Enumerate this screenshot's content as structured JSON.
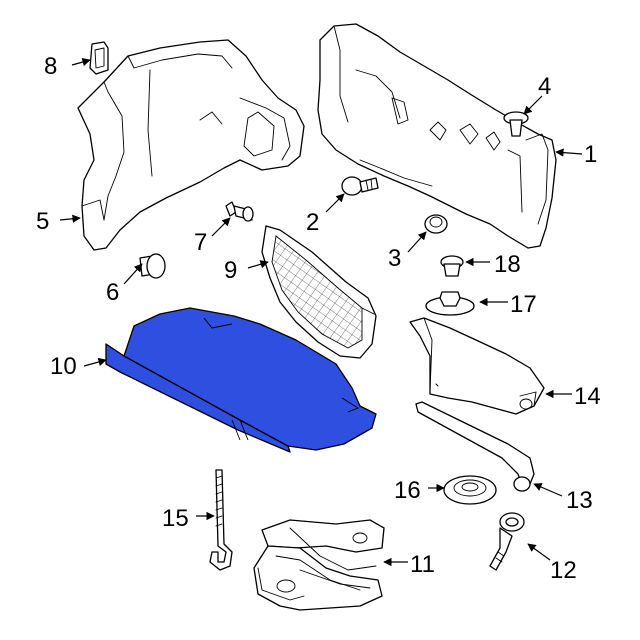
{
  "callouts": [
    {
      "id": "1",
      "label": "1"
    },
    {
      "id": "2",
      "label": "2"
    },
    {
      "id": "3",
      "label": "3"
    },
    {
      "id": "4",
      "label": "4"
    },
    {
      "id": "5",
      "label": "5"
    },
    {
      "id": "6",
      "label": "6"
    },
    {
      "id": "7",
      "label": "7"
    },
    {
      "id": "8",
      "label": "8"
    },
    {
      "id": "9",
      "label": "9"
    },
    {
      "id": "10",
      "label": "10"
    },
    {
      "id": "11",
      "label": "11"
    },
    {
      "id": "12",
      "label": "12"
    },
    {
      "id": "13",
      "label": "13"
    },
    {
      "id": "14",
      "label": "14"
    },
    {
      "id": "15",
      "label": "15"
    },
    {
      "id": "16",
      "label": "16"
    },
    {
      "id": "17",
      "label": "17"
    },
    {
      "id": "18",
      "label": "18"
    }
  ],
  "colors": {
    "highlight": "#2f4fe0",
    "line": "#000000",
    "background": "#ffffff"
  }
}
